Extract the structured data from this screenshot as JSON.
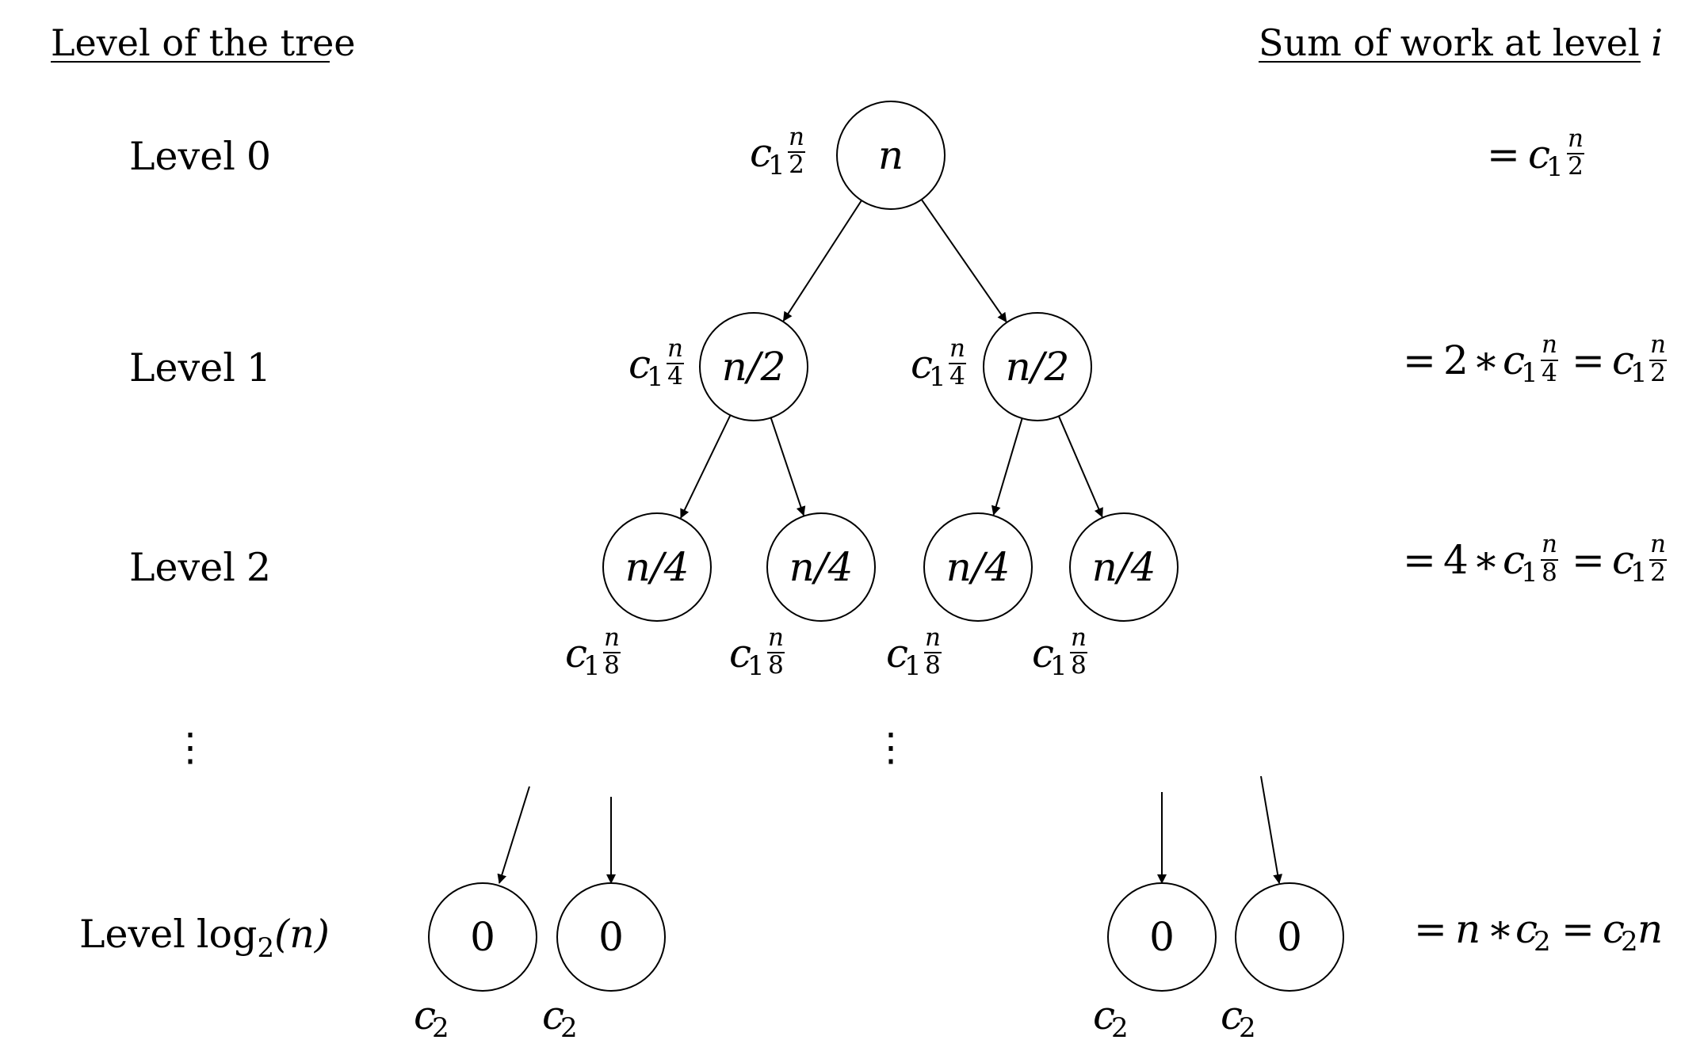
{
  "headers": {
    "left": "Level of the tree",
    "right_prefix": "Sum of work at level ",
    "right_var": "i"
  },
  "levels": [
    {
      "word": "Level",
      "num": "0"
    },
    {
      "word": "Level",
      "num": "1"
    },
    {
      "word": "Level",
      "num": "2"
    },
    {
      "word": "Level",
      "func": "log",
      "base": "2",
      "arg": "(n)"
    }
  ],
  "ellipsis": "⋮",
  "nodes": [
    {
      "id": "root",
      "label": "n",
      "italic": true
    },
    {
      "id": "l1a",
      "label": "n/2",
      "italic": true
    },
    {
      "id": "l1b",
      "label": "n/2",
      "italic": true
    },
    {
      "id": "l2a",
      "label": "n/4",
      "italic": true
    },
    {
      "id": "l2b",
      "label": "n/4",
      "italic": true
    },
    {
      "id": "l2c",
      "label": "n/4",
      "italic": true
    },
    {
      "id": "l2d",
      "label": "n/4",
      "italic": true
    },
    {
      "id": "leaf1",
      "label": "0",
      "italic": false
    },
    {
      "id": "leaf2",
      "label": "0",
      "italic": false
    },
    {
      "id": "leaf3",
      "label": "0",
      "italic": false
    },
    {
      "id": "leaf4",
      "label": "0",
      "italic": false
    }
  ],
  "edges": [
    {
      "from": "root",
      "to": "l1a"
    },
    {
      "from": "root",
      "to": "l1b"
    },
    {
      "from": "l1a",
      "to": "l2a"
    },
    {
      "from": "l1a",
      "to": "l2b"
    },
    {
      "from": "l1b",
      "to": "l2c"
    },
    {
      "from": "l1b",
      "to": "l2d"
    }
  ],
  "work_labels": [
    {
      "node": "root",
      "c": "c",
      "sub": "1",
      "num": "n",
      "den": "2"
    },
    {
      "node": "l1a",
      "c": "c",
      "sub": "1",
      "num": "n",
      "den": "4"
    },
    {
      "node": "l1b",
      "c": "c",
      "sub": "1",
      "num": "n",
      "den": "4"
    },
    {
      "node": "l2a",
      "c": "c",
      "sub": "1",
      "num": "n",
      "den": "8"
    },
    {
      "node": "l2b",
      "c": "c",
      "sub": "1",
      "num": "n",
      "den": "8"
    },
    {
      "node": "l2c",
      "c": "c",
      "sub": "1",
      "num": "n",
      "den": "8"
    },
    {
      "node": "l2d",
      "c": "c",
      "sub": "1",
      "num": "n",
      "den": "8"
    },
    {
      "node": "leaf1",
      "c": "c",
      "sub": "2"
    },
    {
      "node": "leaf2",
      "c": "c",
      "sub": "2"
    },
    {
      "node": "leaf3",
      "c": "c",
      "sub": "2"
    },
    {
      "node": "leaf4",
      "c": "c",
      "sub": "2"
    }
  ],
  "sums": {
    "level0": {
      "eq": "=",
      "c": "c",
      "sub": "1",
      "num": "n",
      "den": "2"
    },
    "level1": {
      "eq": "=",
      "coef": "2",
      "op": "∗",
      "c": "c",
      "sub": "1",
      "num": "n",
      "den": "4",
      "eq2": "=",
      "c2": "c",
      "sub2": "1",
      "num2": "n",
      "den2": "2"
    },
    "level2": {
      "eq": "=",
      "coef": "4",
      "op": "∗",
      "c": "c",
      "sub": "1",
      "num": "n",
      "den": "8",
      "eq2": "=",
      "c2": "c",
      "sub2": "1",
      "num2": "n",
      "den2": "2"
    },
    "levelLast": {
      "eq": "=",
      "n": "n",
      "op": "∗",
      "c": "c",
      "sub": "2",
      "eq2": "=",
      "c2": "c",
      "sub2": "2",
      "n2": "n"
    }
  }
}
